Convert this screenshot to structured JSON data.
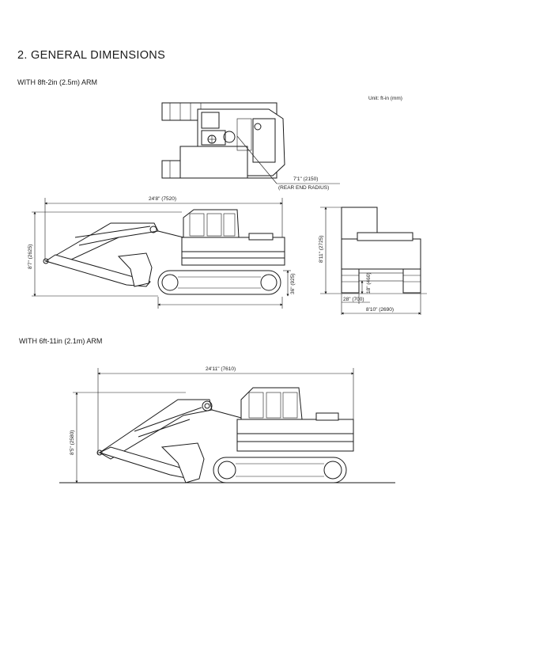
{
  "title": "2. GENERAL DIMENSIONS",
  "unit_note": "Unit: ft-in (mm)",
  "section1": {
    "heading": "WITH 8ft-2in (2.5m) ARM",
    "dims": {
      "rear_radius_value": "7'1\" (2150)",
      "rear_radius_label": "(REAR END RADIUS)",
      "overall_length": "24'8\" (7520)",
      "height": "8'7\" (2625)",
      "ground_clearance": "36\" (925)",
      "cab_height": "8'11\" (2725)",
      "clearance_under": "18\" (460)",
      "shoe_width": "28\" (700)",
      "overall_width": "8'10\" (2690)"
    }
  },
  "section2": {
    "heading": "WITH 6ft-11in (2.1m) ARM",
    "dims": {
      "overall_length": "24'11\" (7610)",
      "height": "8'5\" (2580)"
    }
  }
}
